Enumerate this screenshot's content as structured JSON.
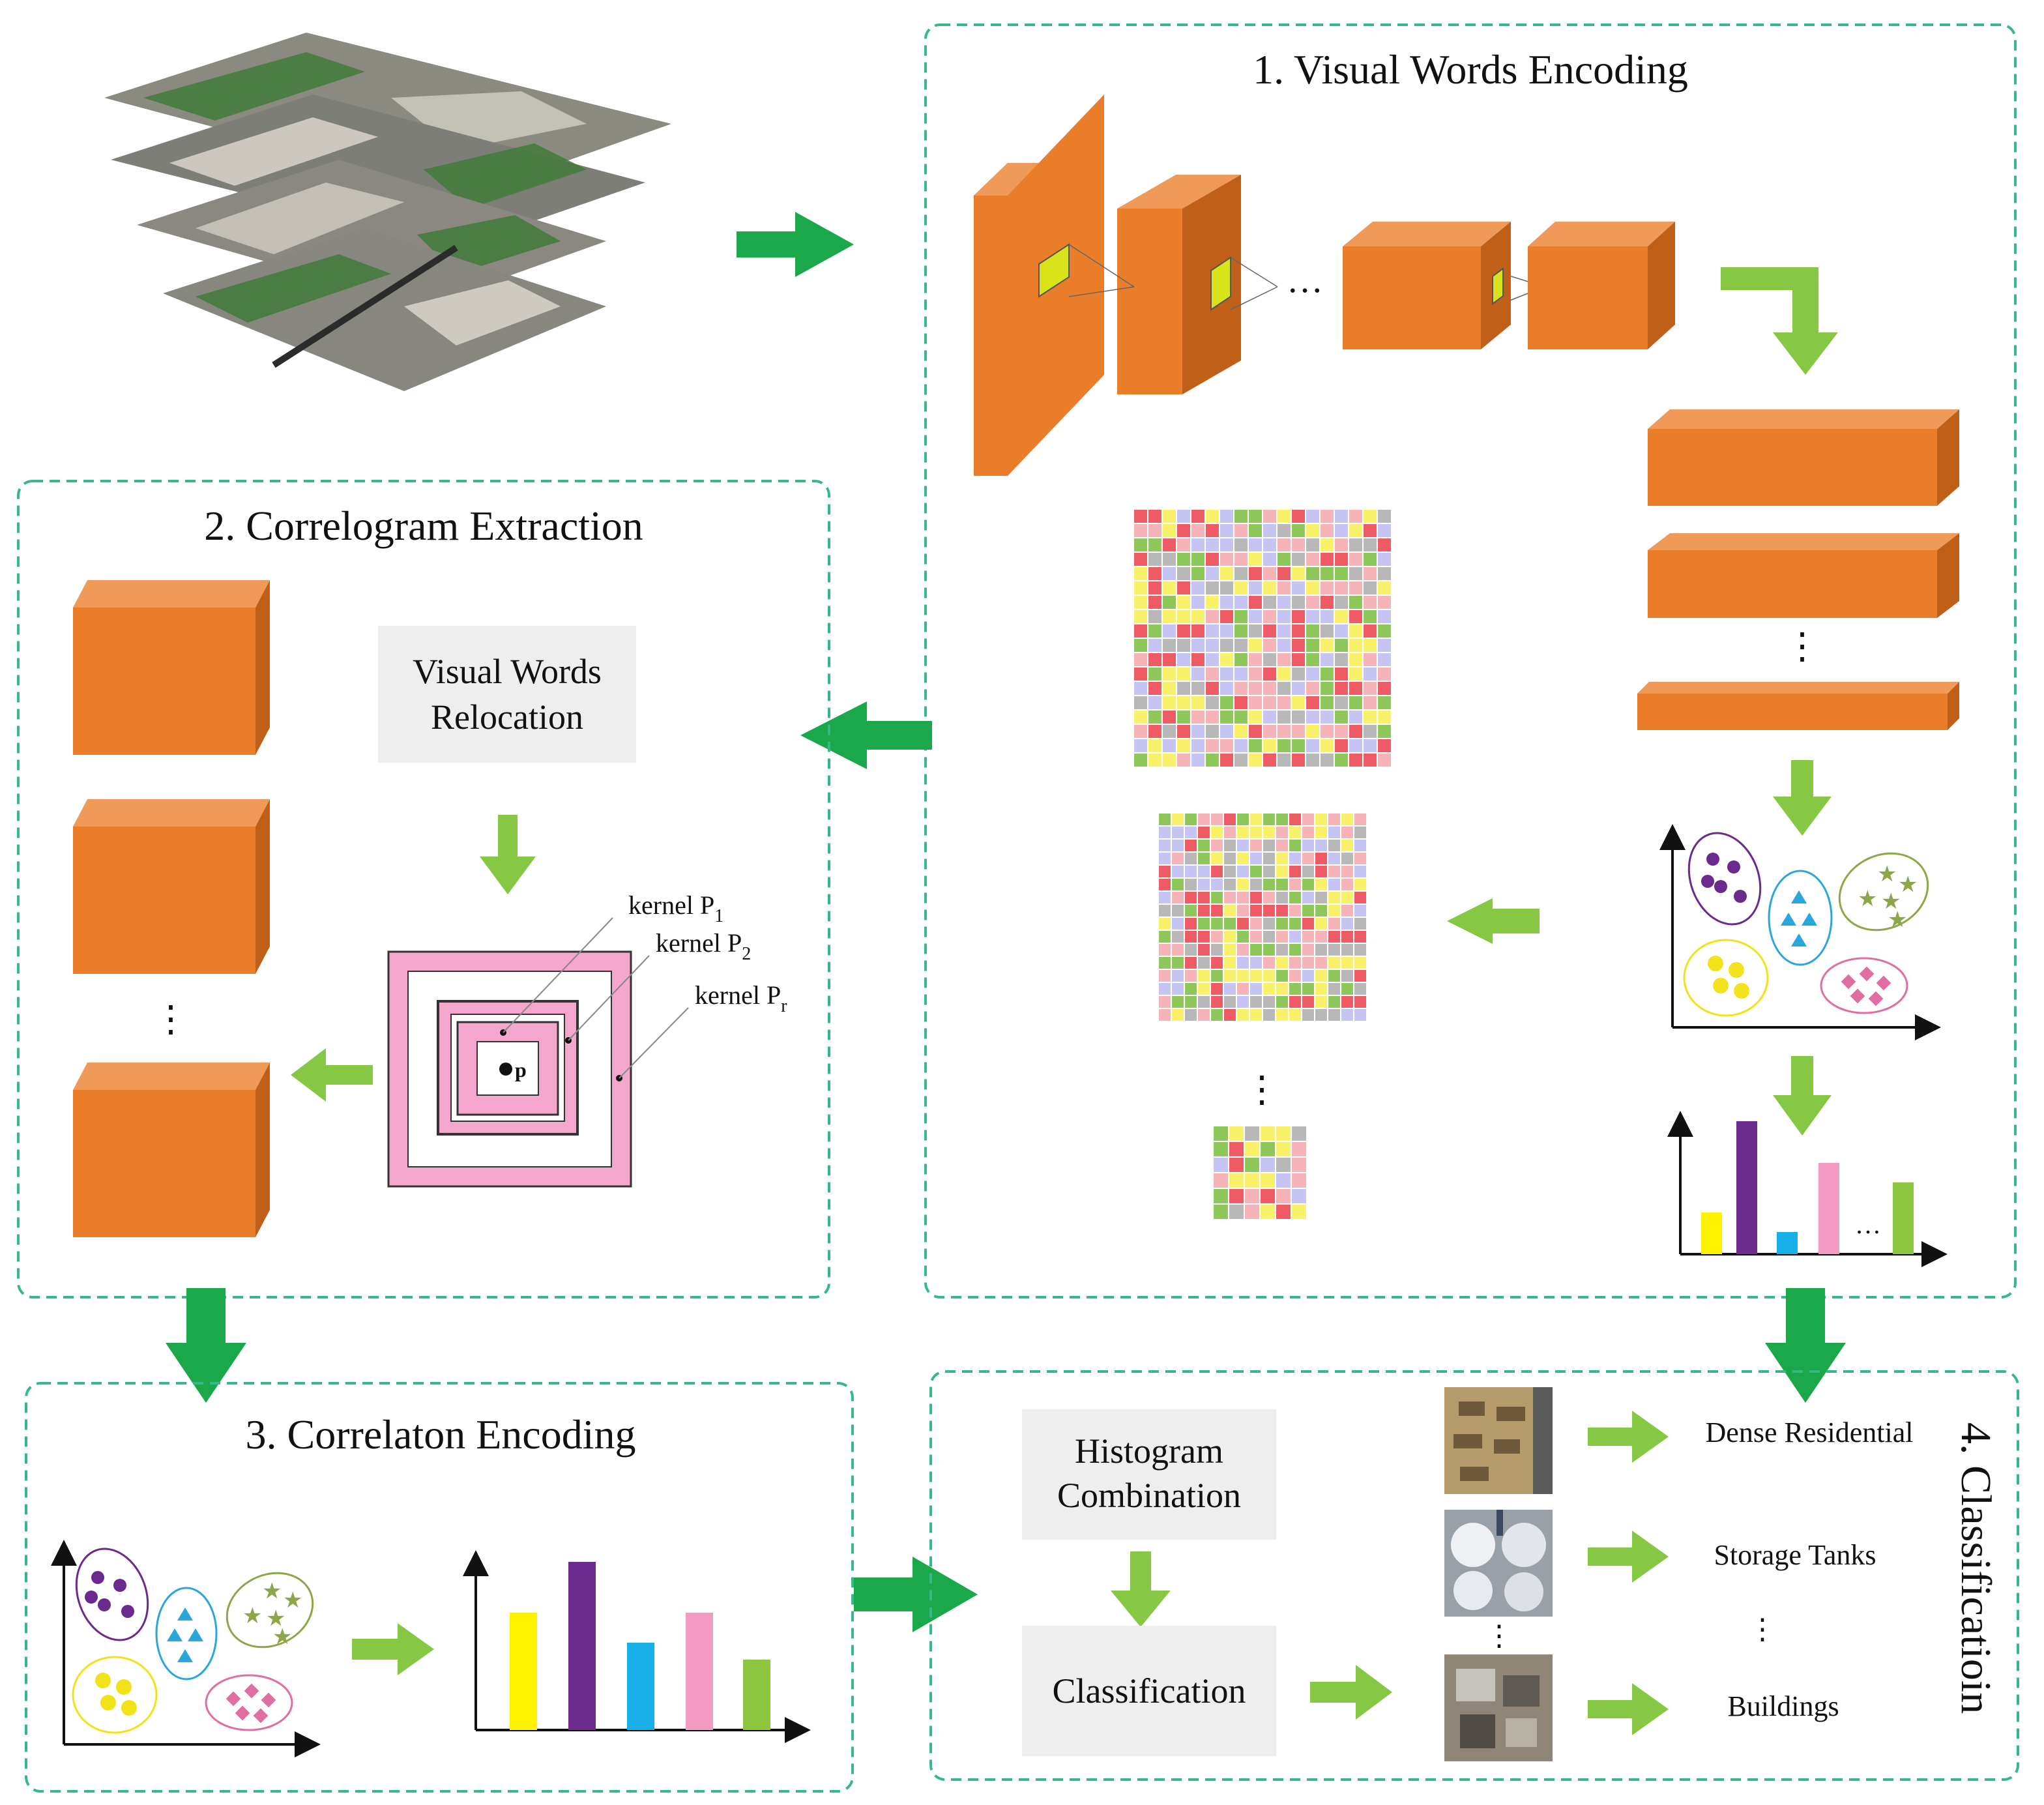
{
  "sections": {
    "visual_words": {
      "title": "1. Visual Words Encoding"
    },
    "correlogram": {
      "title": "2. Correlogram Extraction",
      "relocation_line1": "Visual Words",
      "relocation_line2": "Relocation",
      "kernel_label": "kernel P",
      "kernel_subscripts": [
        "1",
        "2",
        "r"
      ],
      "center_label": "p"
    },
    "correlaton": {
      "title": "3. Correlaton Encoding"
    },
    "classification": {
      "title": "4. Classificatioin",
      "histogram_line1": "Histogram",
      "histogram_line2": "Combination",
      "classify_label": "Classification",
      "outputs": [
        "Dense Residential",
        "Storage Tanks",
        "Buildings"
      ]
    }
  },
  "ellipsis": "…",
  "vdots": "⋮",
  "colors": {
    "orange": "#e97d29",
    "orange_top": "#f09a5a",
    "orange_side": "#bf5f18",
    "arrow_dark": "#1aa84a",
    "arrow_light": "#86c844",
    "dash": "#36b88a",
    "box_gray": "#eeeeee",
    "kernel_pink": "#f4a6cc",
    "cluster_purple": "#6a2a8e",
    "cluster_blue": "#2aa6dc",
    "cluster_olive": "#8ea64a",
    "cluster_yellow": "#f2e21a",
    "cluster_pink": "#e06ea3",
    "bar_yellow": "#fff200",
    "bar_purple": "#6a2a8e",
    "bar_blue": "#18aee8",
    "bar_pink": "#f29ac2",
    "bar_green": "#8cc63f"
  },
  "mosaic_palette": [
    "#f9f16a",
    "#f6b4b8",
    "#c6c4f2",
    "#8fc85a",
    "#b8b8b8",
    "#ef5b64"
  ]
}
